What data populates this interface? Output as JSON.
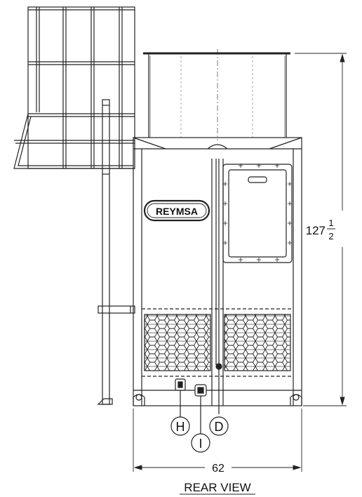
{
  "brand": {
    "logo_text": "REYMSA"
  },
  "dimensions": {
    "height_whole": "127",
    "height_frac_num": "1",
    "height_frac_den": "2",
    "width": "62"
  },
  "callouts": [
    {
      "label": "H"
    },
    {
      "label": "I"
    },
    {
      "label": "D"
    }
  ],
  "view_title": "REAR VIEW"
}
